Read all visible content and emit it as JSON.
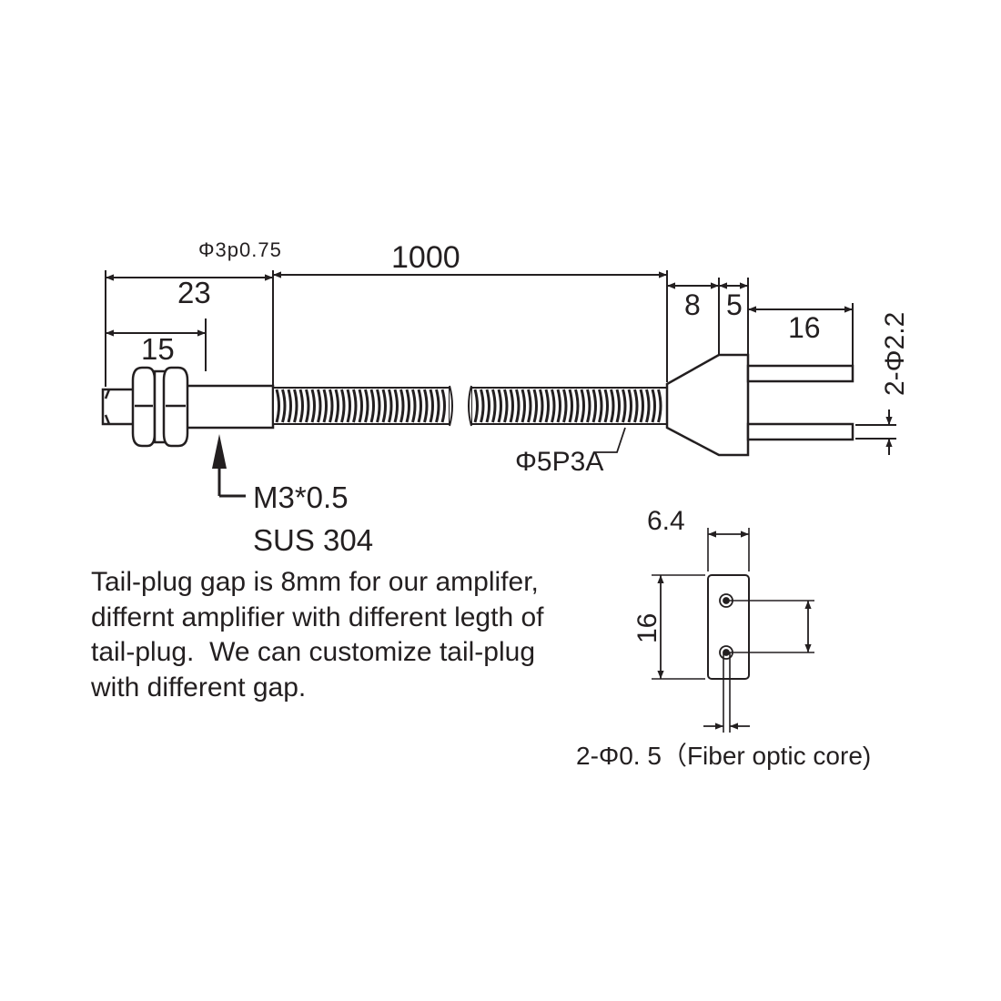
{
  "dimensions": {
    "thread_spec": "Φ3p0.75",
    "cable_length": "1000",
    "head_length": "23",
    "thread_length": "15",
    "plug_gap": "8",
    "plug_neck": "5",
    "pin_length": "16",
    "pin_diameter": "2-Φ2.2",
    "sleeve_spec": "Φ5P3A"
  },
  "labels": {
    "thread": "M3*0.5",
    "material": "SUS 304"
  },
  "note": {
    "lines": [
      "Tail-plug gap is 8mm for our amplifer,",
      "differnt amplifier with different legth of",
      "tail-plug.  We can customize tail-plug",
      "with different gap."
    ]
  },
  "end_view": {
    "width": "6.4",
    "height": "16",
    "core_label": "2-Φ0. 5（Fiber optic core)"
  },
  "colors": {
    "ink": "#231f20",
    "background": "#ffffff"
  }
}
